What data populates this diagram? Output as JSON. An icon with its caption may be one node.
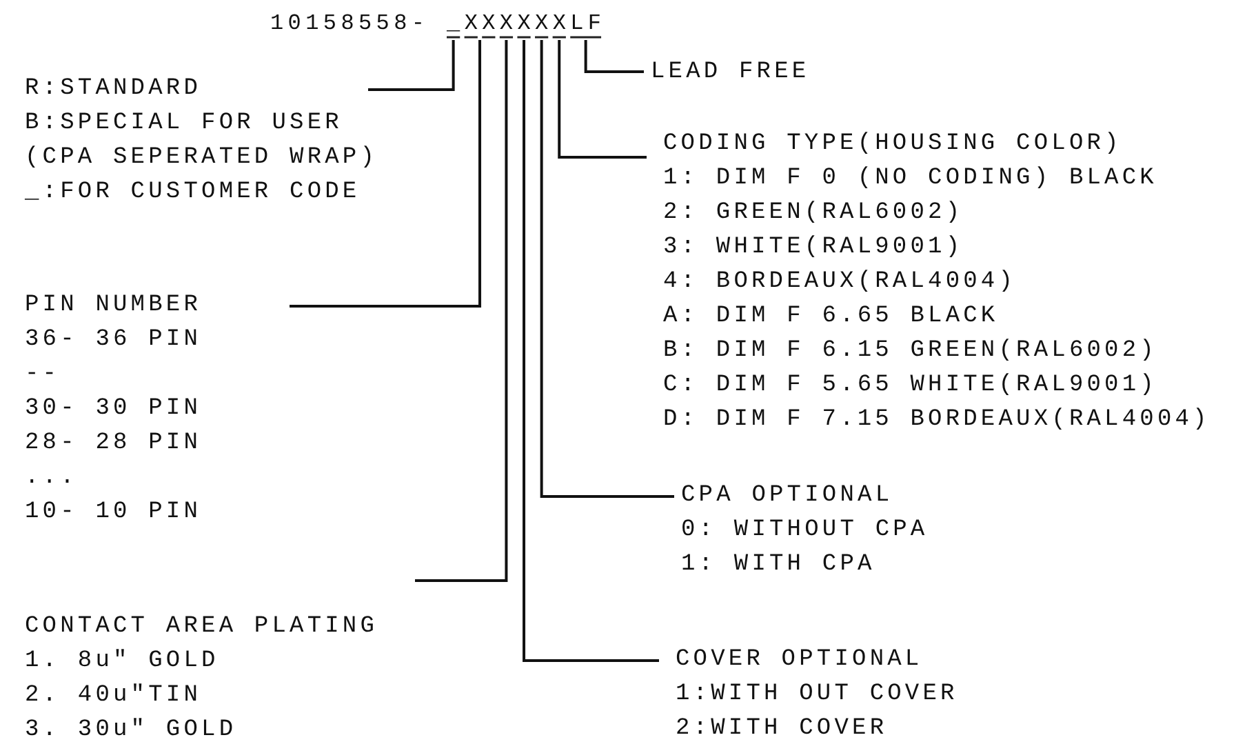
{
  "diagram": {
    "nodes": [
      {
        "text": [
          "10158558- _XXXXXXLF"
        ]
      },
      {
        "text": [
          "LEAD FREE"
        ]
      },
      {
        "text": [
          "R:STANDARD",
          "B:SPECIAL FOR USER",
          "(CPA SEPERATED WRAP)",
          "_:FOR CUSTOMER CODE"
        ]
      },
      {
        "text": [
          "CODING TYPE(HOUSING COLOR)",
          "1: DIM F 0 (NO CODING) BLACK",
          "2: GREEN(RAL6002)",
          "3: WHITE(RAL9001)",
          "4: BORDEAUX(RAL4004)",
          "A: DIM F 6.65 BLACK",
          "B: DIM F 6.15 GREEN(RAL6002)",
          "C: DIM F 5.65 WHITE(RAL9001)",
          "D: DIM F 7.15 BORDEAUX(RAL4004)"
        ]
      },
      {
        "text": [
          "PIN NUMBER",
          "36- 36 PIN",
          "--",
          "30- 30 PIN",
          "28- 28 PIN",
          "...",
          "10- 10 PIN"
        ]
      },
      {
        "text": [
          "CPA OPTIONAL",
          "0: WITHOUT CPA",
          "1: WITH CPA"
        ]
      },
      {
        "text": [
          "CONTACT AREA PLATING",
          "1. 8u\" GOLD",
          "2. 40u\"TIN",
          "3. 30u\" GOLD"
        ]
      },
      {
        "text": [
          "COVER OPTIONAL",
          "1:WITH OUT COVER",
          "2:WITH COVER"
        ]
      }
    ],
    "edges": [
      {
        "from": 1,
        "to": 0,
        "arrow": "none"
      },
      {
        "from": 2,
        "to": 0,
        "arrow": "none"
      },
      {
        "from": 3,
        "to": 0,
        "arrow": "none"
      },
      {
        "from": 4,
        "to": 0,
        "arrow": "none"
      },
      {
        "from": 5,
        "to": 0,
        "arrow": "none"
      },
      {
        "from": 6,
        "to": 0,
        "arrow": "none"
      },
      {
        "from": 7,
        "to": 0,
        "arrow": "none"
      }
    ]
  }
}
